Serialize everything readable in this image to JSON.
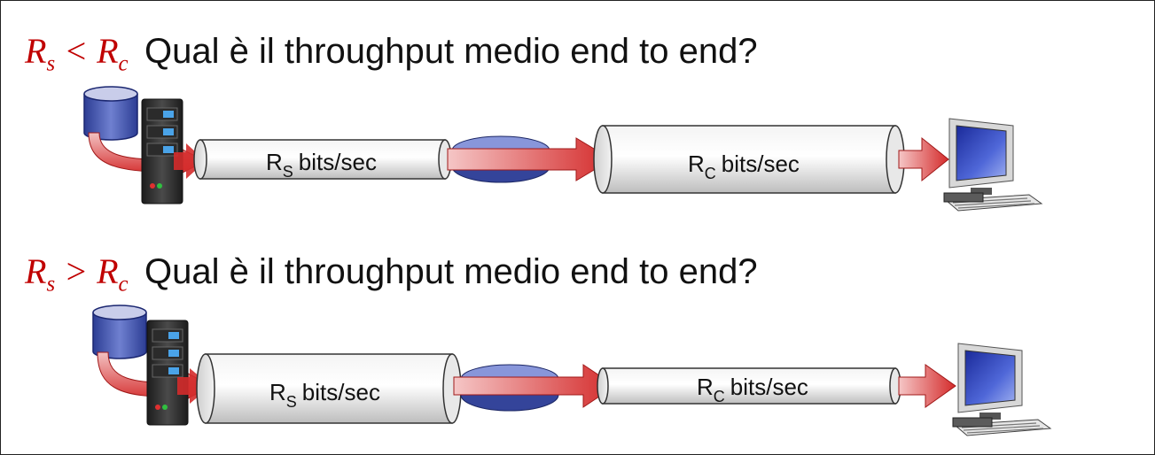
{
  "scenarios": [
    {
      "cond_left": "R",
      "cond_left_sub": "s",
      "operator": "<",
      "cond_right": "R",
      "cond_right_sub": "c",
      "question": "Qual è il throughput medio end to end?",
      "link_server": {
        "label": "R",
        "label_sub": "S",
        "unit": "bits/sec"
      },
      "link_client": {
        "label": "R",
        "label_sub": "C",
        "unit": "bits/sec"
      }
    },
    {
      "cond_left": "R",
      "cond_left_sub": "s",
      "operator": ">",
      "cond_right": "R",
      "cond_right_sub": "c",
      "question": "Qual è il throughput medio end to end?",
      "link_server": {
        "label": "R",
        "label_sub": "S",
        "unit": "bits/sec"
      },
      "link_client": {
        "label": "R",
        "label_sub": "C",
        "unit": "bits/sec"
      }
    }
  ],
  "colors": {
    "math_red": "#c00000",
    "arrow_red": "#d42b2b",
    "pipe_grey": "#d9d9d9",
    "router_blue": "#4a5db0",
    "db_blue": "#3c4fa8"
  },
  "icons": [
    "database-icon",
    "server-icon",
    "router-icon",
    "computer-icon"
  ]
}
